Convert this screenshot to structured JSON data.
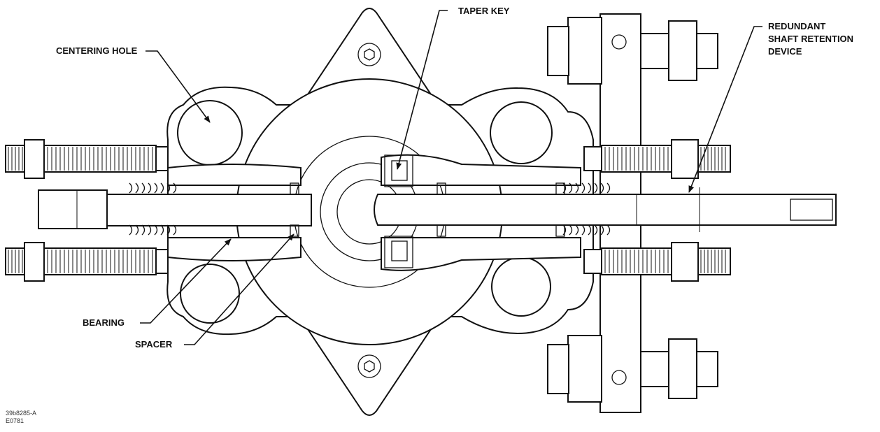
{
  "labels": {
    "centering_hole": "CENTERING HOLE",
    "taper_key": "TAPER KEY",
    "redundant_line1": "REDUNDANT",
    "redundant_line2": "SHAFT RETENTION",
    "redundant_line3": "DEVICE",
    "bearing": "BEARING",
    "spacer": "SPACER"
  },
  "figure_codes": {
    "line1": "39b8285-A",
    "line2": "E0781"
  }
}
